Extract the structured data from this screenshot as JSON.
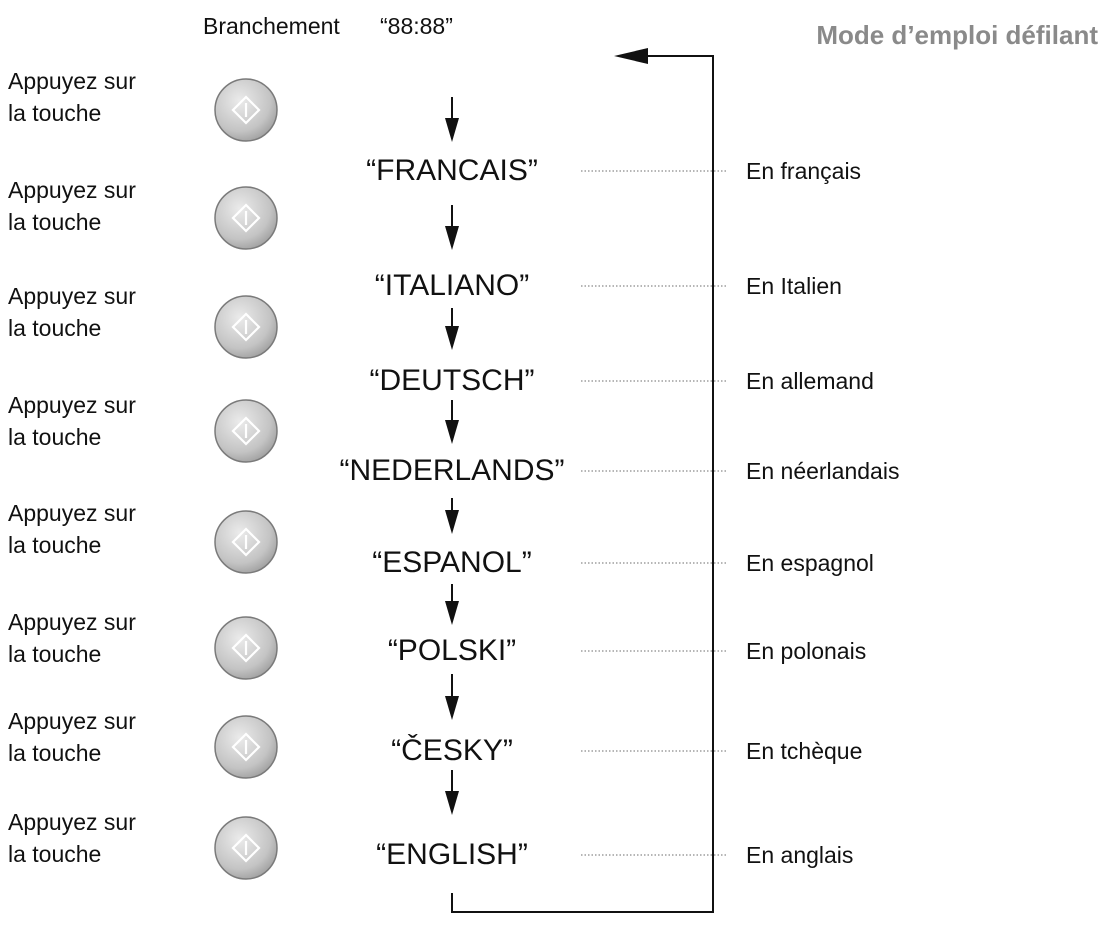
{
  "header": {
    "start_label": "Branchement",
    "start_display": "“88:88”",
    "title": "Mode d’emploi défilant"
  },
  "colors": {
    "title": "#8a8a8a",
    "text": "#111111",
    "button_fill": "#c9c9c9",
    "button_edge": "#7a7a7a",
    "button_symbol": "#ffffff",
    "dotted_line": "#8a8a8a"
  },
  "button_icon": "power-diamond-icon",
  "steps": [
    {
      "instruction_line1": "Appuyez sur",
      "instruction_line2": "la touche",
      "display": "“FRANCAIS”",
      "meaning": "En français"
    },
    {
      "instruction_line1": "Appuyez sur",
      "instruction_line2": "la touche",
      "display": "“ITALIANO”",
      "meaning": "En Italien"
    },
    {
      "instruction_line1": "Appuyez sur",
      "instruction_line2": "la touche",
      "display": "“DEUTSCH”",
      "meaning": "En allemand"
    },
    {
      "instruction_line1": "Appuyez sur",
      "instruction_line2": "la touche",
      "display": "“NEDERLANDS”",
      "meaning": "En néerlandais"
    },
    {
      "instruction_line1": "Appuyez sur",
      "instruction_line2": "la touche",
      "display": "“ESPANOL”",
      "meaning": "En espagnol"
    },
    {
      "instruction_line1": "Appuyez sur",
      "instruction_line2": "la touche",
      "display": "“POLSKI”",
      "meaning": "En polonais"
    },
    {
      "instruction_line1": "Appuyez sur",
      "instruction_line2": "la touche",
      "display": "“ČESKY”",
      "meaning": "En tchèque"
    },
    {
      "instruction_line1": "Appuyez sur",
      "instruction_line2": "la touche",
      "display": "“ENGLISH”",
      "meaning": "En anglais"
    }
  ]
}
